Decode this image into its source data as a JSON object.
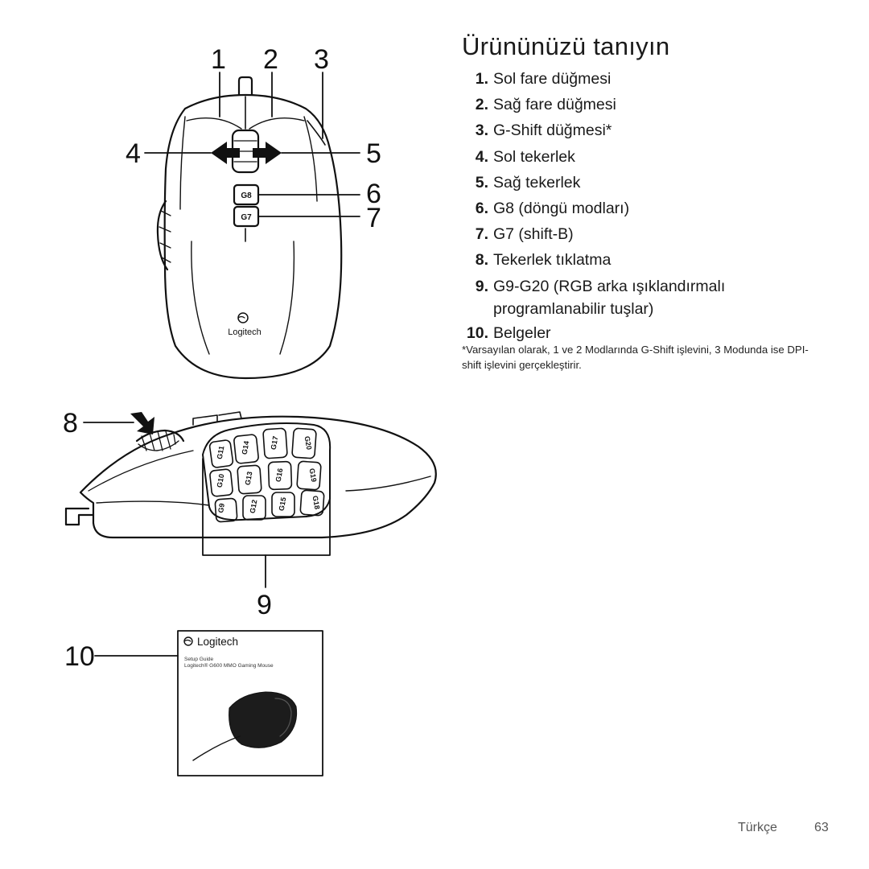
{
  "page": {
    "title": "Ürününüzü tanıyın",
    "parts": [
      {
        "num": "1.",
        "label": "Sol fare düğmesi"
      },
      {
        "num": "2.",
        "label": "Sağ fare düğmesi"
      },
      {
        "num": "3.",
        "label": "G-Shift düğmesi*"
      },
      {
        "num": "4.",
        "label": "Sol tekerlek"
      },
      {
        "num": "5.",
        "label": "Sağ tekerlek"
      },
      {
        "num": "6.",
        "label": "G8 (döngü modları)"
      },
      {
        "num": "7.",
        "label": "G7 (shift-B)"
      },
      {
        "num": "8.",
        "label": "Tekerlek tıklatma"
      },
      {
        "num": "9.",
        "label": "G9-G20 (RGB arka ışıklandırmalı programlanabilir tuşlar)"
      },
      {
        "num": "10.",
        "label": "Belgeler"
      }
    ],
    "footnote": "*Varsayılan olarak, 1 ve 2 Modlarında G-Shift işlevini, 3 Modunda ise DPI-shift işlevini gerçekleştirir.",
    "footer": {
      "language": "Türkçe",
      "page_number": "63"
    }
  },
  "diagram": {
    "callouts": [
      "1",
      "2",
      "3",
      "4",
      "5",
      "6",
      "7",
      "8",
      "9",
      "10"
    ],
    "top_buttons": [
      "G8",
      "G7"
    ],
    "brand": "Logitech",
    "side_buttons": [
      "G9",
      "G10",
      "G11",
      "G12",
      "G13",
      "G14",
      "G15",
      "G16",
      "G17",
      "G18",
      "G19",
      "G20"
    ],
    "booklet": {
      "brand": "Logitech",
      "line1": "Setup Guide",
      "line2": "Logitech® G600 MMO Gaming Mouse"
    }
  }
}
